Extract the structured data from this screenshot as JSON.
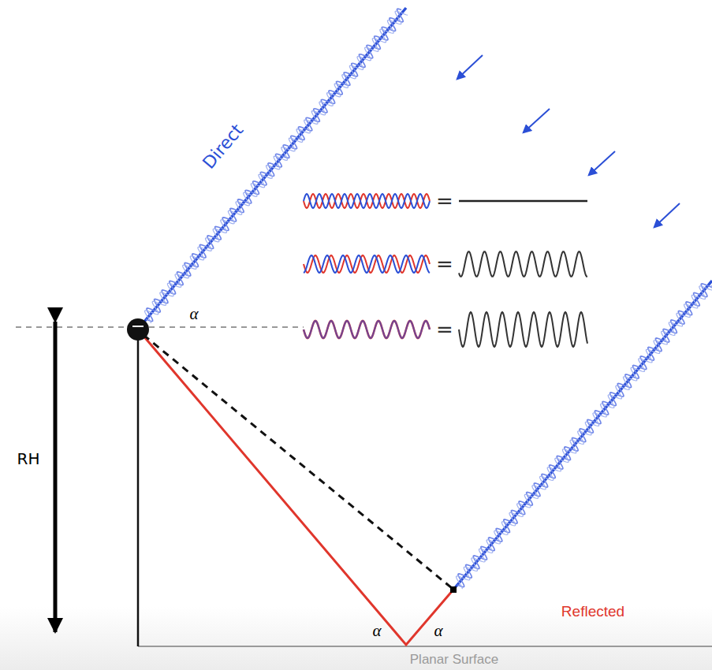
{
  "diagram": {
    "labels": [
      "Direct",
      "α",
      "=",
      "=",
      "=",
      "RH",
      "α",
      "α",
      "Reflected",
      "Planar Surface"
    ]
  }
}
